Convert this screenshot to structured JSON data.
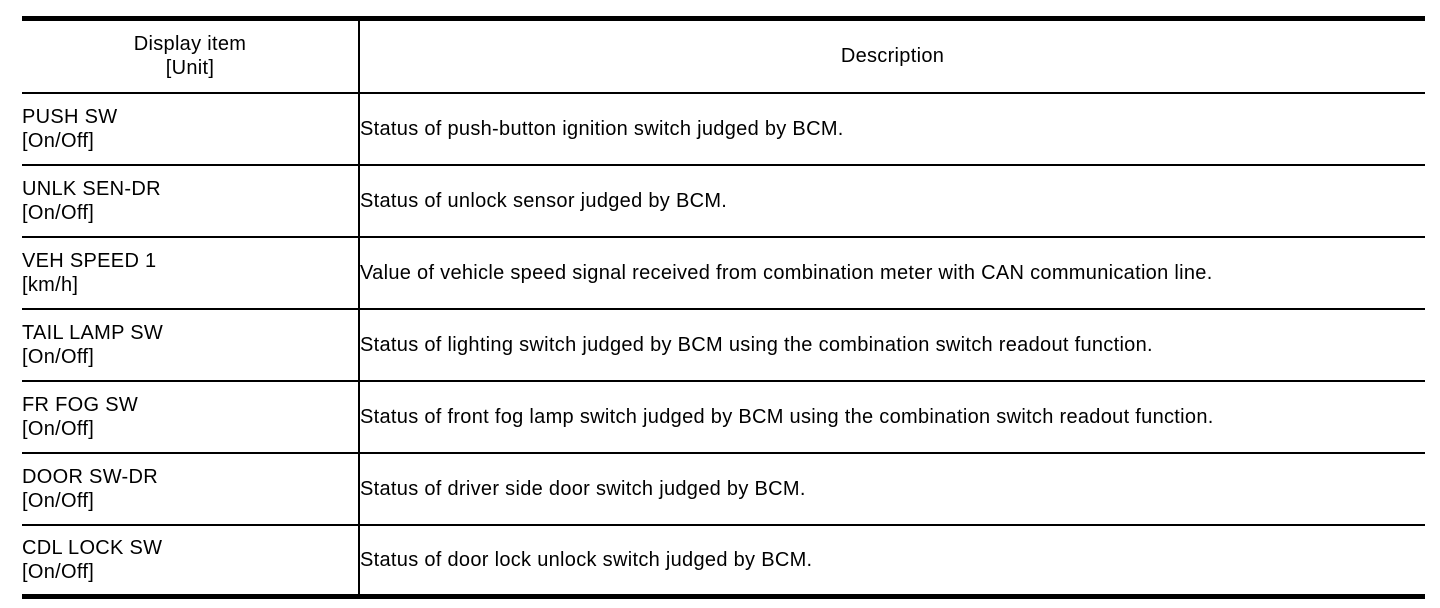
{
  "table": {
    "header": {
      "display_item_line1": "Display item",
      "display_item_line2": "[Unit]",
      "description": "Description"
    },
    "rows": [
      {
        "item": "PUSH SW",
        "unit": "[On/Off]",
        "description": "Status of push-button ignition switch judged by BCM."
      },
      {
        "item": "UNLK SEN-DR",
        "unit": "[On/Off]",
        "description": "Status of unlock sensor judged by BCM."
      },
      {
        "item": "VEH SPEED 1",
        "unit": "[km/h]",
        "description": "Value of vehicle speed signal received from combination meter with CAN communication line."
      },
      {
        "item": "TAIL LAMP SW",
        "unit": "[On/Off]",
        "description": "Status of lighting switch judged by BCM using the combination switch readout function."
      },
      {
        "item": "FR FOG SW",
        "unit": "[On/Off]",
        "description": "Status of front fog lamp switch judged by BCM using the combination switch readout function."
      },
      {
        "item": "DOOR SW-DR",
        "unit": "[On/Off]",
        "description": "Status of driver side door switch judged by BCM."
      },
      {
        "item": "CDL LOCK SW",
        "unit": "[On/Off]",
        "description": "Status of door lock unlock switch judged by BCM."
      }
    ],
    "colors": {
      "border": "#000000",
      "text": "#000000",
      "background": "#ffffff"
    }
  }
}
